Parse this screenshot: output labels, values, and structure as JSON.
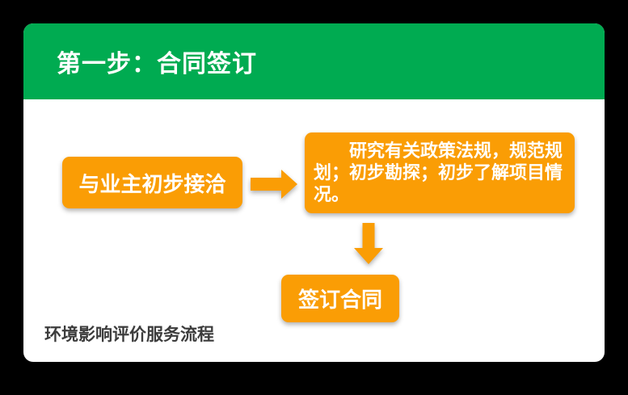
{
  "canvas": {
    "background_color": "#000000"
  },
  "slide": {
    "background_color": "#FFFFFF",
    "header": {
      "title": "第一步：合同签订",
      "background_color": "#00AB51",
      "text_color": "#FFFFFF"
    },
    "flowchart": {
      "node_color": "#FA9D05",
      "node_text_color": "#FFFFFF",
      "arrow_color": "#FA9D05",
      "nodes": [
        {
          "id": "contact",
          "label": "与业主初步接洽"
        },
        {
          "id": "research",
          "label": "研究有关政策法规，规范规划；初步勘探；初步了解项目情况。"
        },
        {
          "id": "sign",
          "label": "签订合同"
        }
      ],
      "connectors": [
        {
          "from": "contact",
          "to": "research",
          "icon": "right-arrow-icon"
        },
        {
          "from": "research",
          "to": "sign",
          "icon": "down-arrow-icon"
        }
      ]
    },
    "footer": {
      "caption": "环境影响评价服务流程",
      "text_color": "#3C3C3C"
    }
  }
}
